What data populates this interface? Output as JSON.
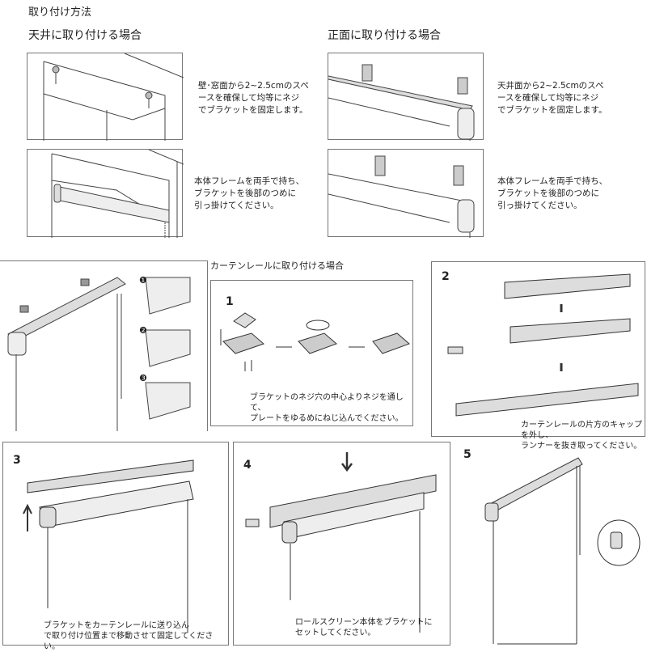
{
  "title": "取り付け方法",
  "ceiling": {
    "heading": "天井に取り付ける場合",
    "step1_text": "壁･窓面から2~2.5cmのスペ\nースを確保して均等にネジ\nでブラケットを固定します。",
    "step2_text": "本体フレームを両手で持ち、\nブラケットを後部のつめに\n引っ掛けてください。"
  },
  "front": {
    "heading": "正面に取り付ける場合",
    "step1_text": "天井面から2~2.5cmのスペ\nースを確保して均等にネジ\nでブラケットを固定します。",
    "step2_text": "本体フレームを両手で持ち、\nブラケットを後部のつめに\n引っ掛けてください。"
  },
  "rail": {
    "heading": "カーテンレールに取り付ける場合",
    "markers": [
      "❶",
      "❷",
      "❸"
    ],
    "step1": {
      "number": "1",
      "text": "ブラケットのネジ穴の中心よりネジを通して、\nプレートをゆるめにねじ込んでください。"
    },
    "step2": {
      "number": "2",
      "text": "カーテンレールの片方のキャップを外し、\nランナーを抜き取ってください。"
    },
    "step3": {
      "number": "3",
      "text": "ブラケットをカーテンレールに送り込ん\nで取り付け位置まで移動させて固定してください。"
    },
    "step4": {
      "number": "4",
      "text": "ロールスクリーン本体をブラケットに\nセットしてください。"
    },
    "step5": {
      "number": "5"
    }
  }
}
